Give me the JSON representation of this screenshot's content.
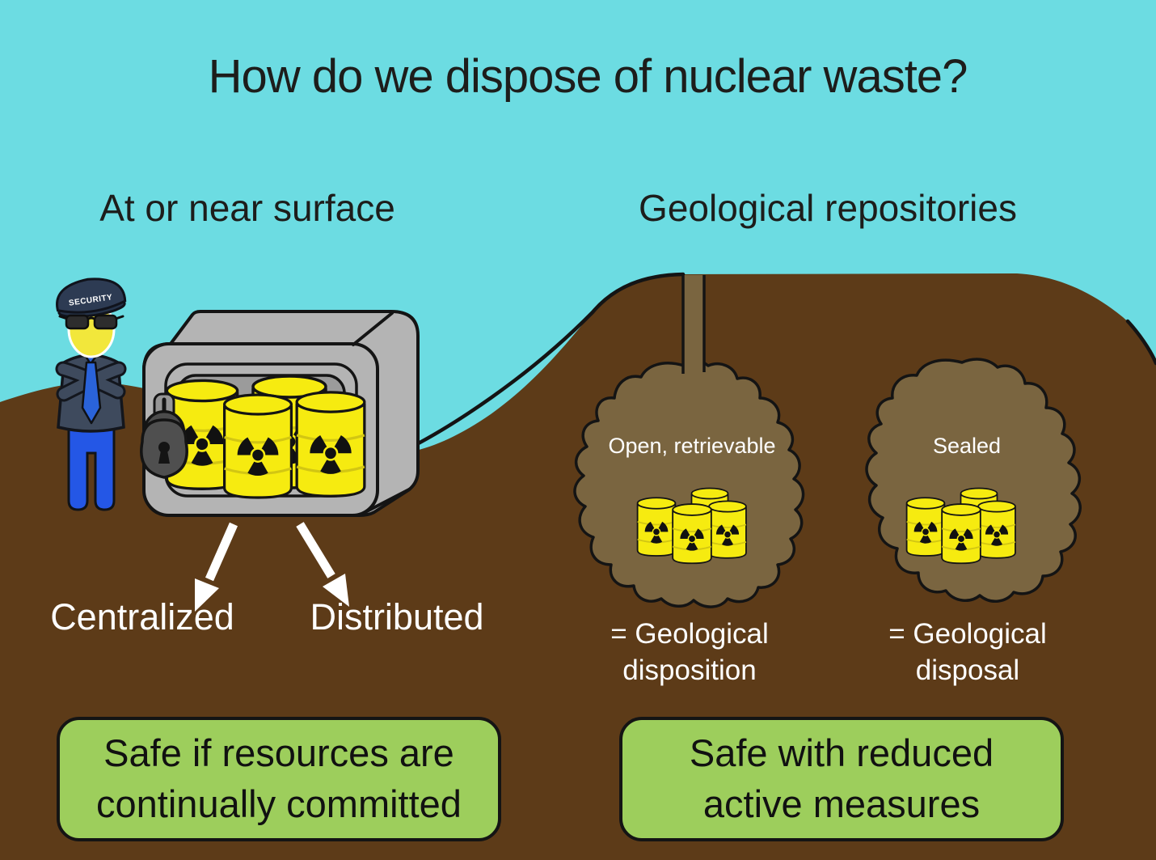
{
  "title": "How do we dispose of nuclear waste?",
  "surface": {
    "heading": "At or near surface",
    "option_left": "Centralized",
    "option_right": "Distributed",
    "verdict": "Safe if resources are\ncontinually committed"
  },
  "geological": {
    "heading": "Geological repositories",
    "repo_open": {
      "label": "Open, retrievable",
      "definition": "= Geological\ndisposition"
    },
    "repo_sealed": {
      "label": "Sealed",
      "definition": "= Geological\ndisposal"
    },
    "verdict": "Safe with reduced\nactive measures"
  },
  "guard": {
    "cap_text": "SECURITY"
  },
  "colors": {
    "sky": "#6cdce2",
    "ground": "#5d3b18",
    "cavern": "#7a6540",
    "vault_gray": "#b4b4b4",
    "vault_interior_gray": "#9b9b9b",
    "barrel_yellow": "#f6eb10",
    "callout_green": "#9dce5c",
    "guard_jacket": "#3e4a5d",
    "guard_blue": "#2457e6",
    "outline_black": "#141414",
    "label_white": "#ffffff"
  }
}
